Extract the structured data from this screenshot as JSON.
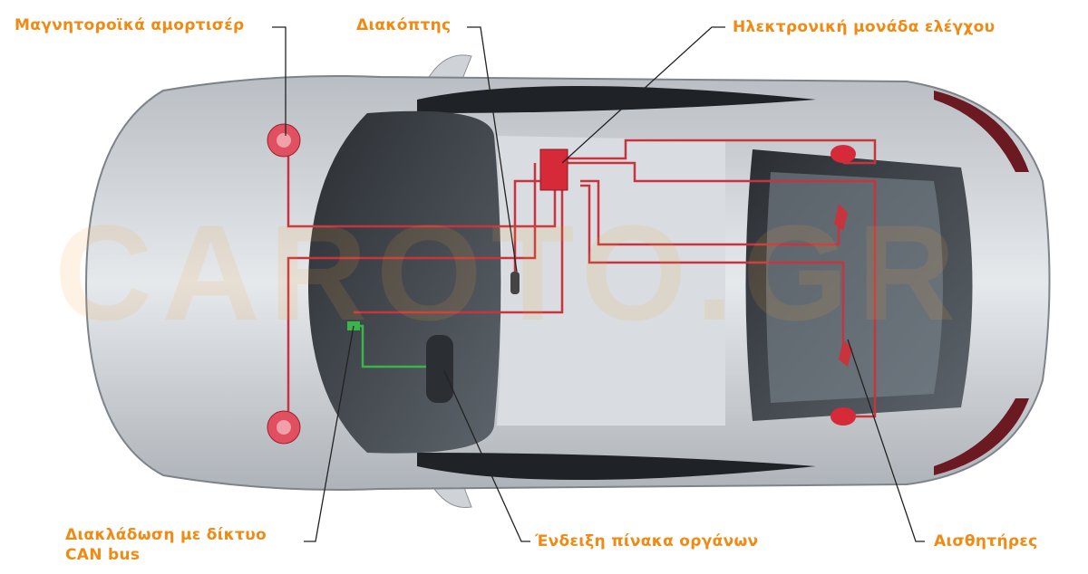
{
  "labels": {
    "magnetic_shock": "Μαγνητοροϊκά αμορτισέρ",
    "switch": "Διακόπτης",
    "ecu": "Ηλεκτρονική μονάδα ελέγχου",
    "can_bus_line1": "Διακλάδωση με δίκτυο",
    "can_bus_line2": "CAN bus",
    "instrument_panel": "Ένδειξη πίνακα οργάνων",
    "sensors": "Αισθητήρες"
  },
  "watermark": "CAROTO.GR",
  "colors": {
    "label": "#f08a12",
    "wiring": "#c8343e",
    "can_wire": "#3ab54a",
    "body": "#c9ced3"
  }
}
